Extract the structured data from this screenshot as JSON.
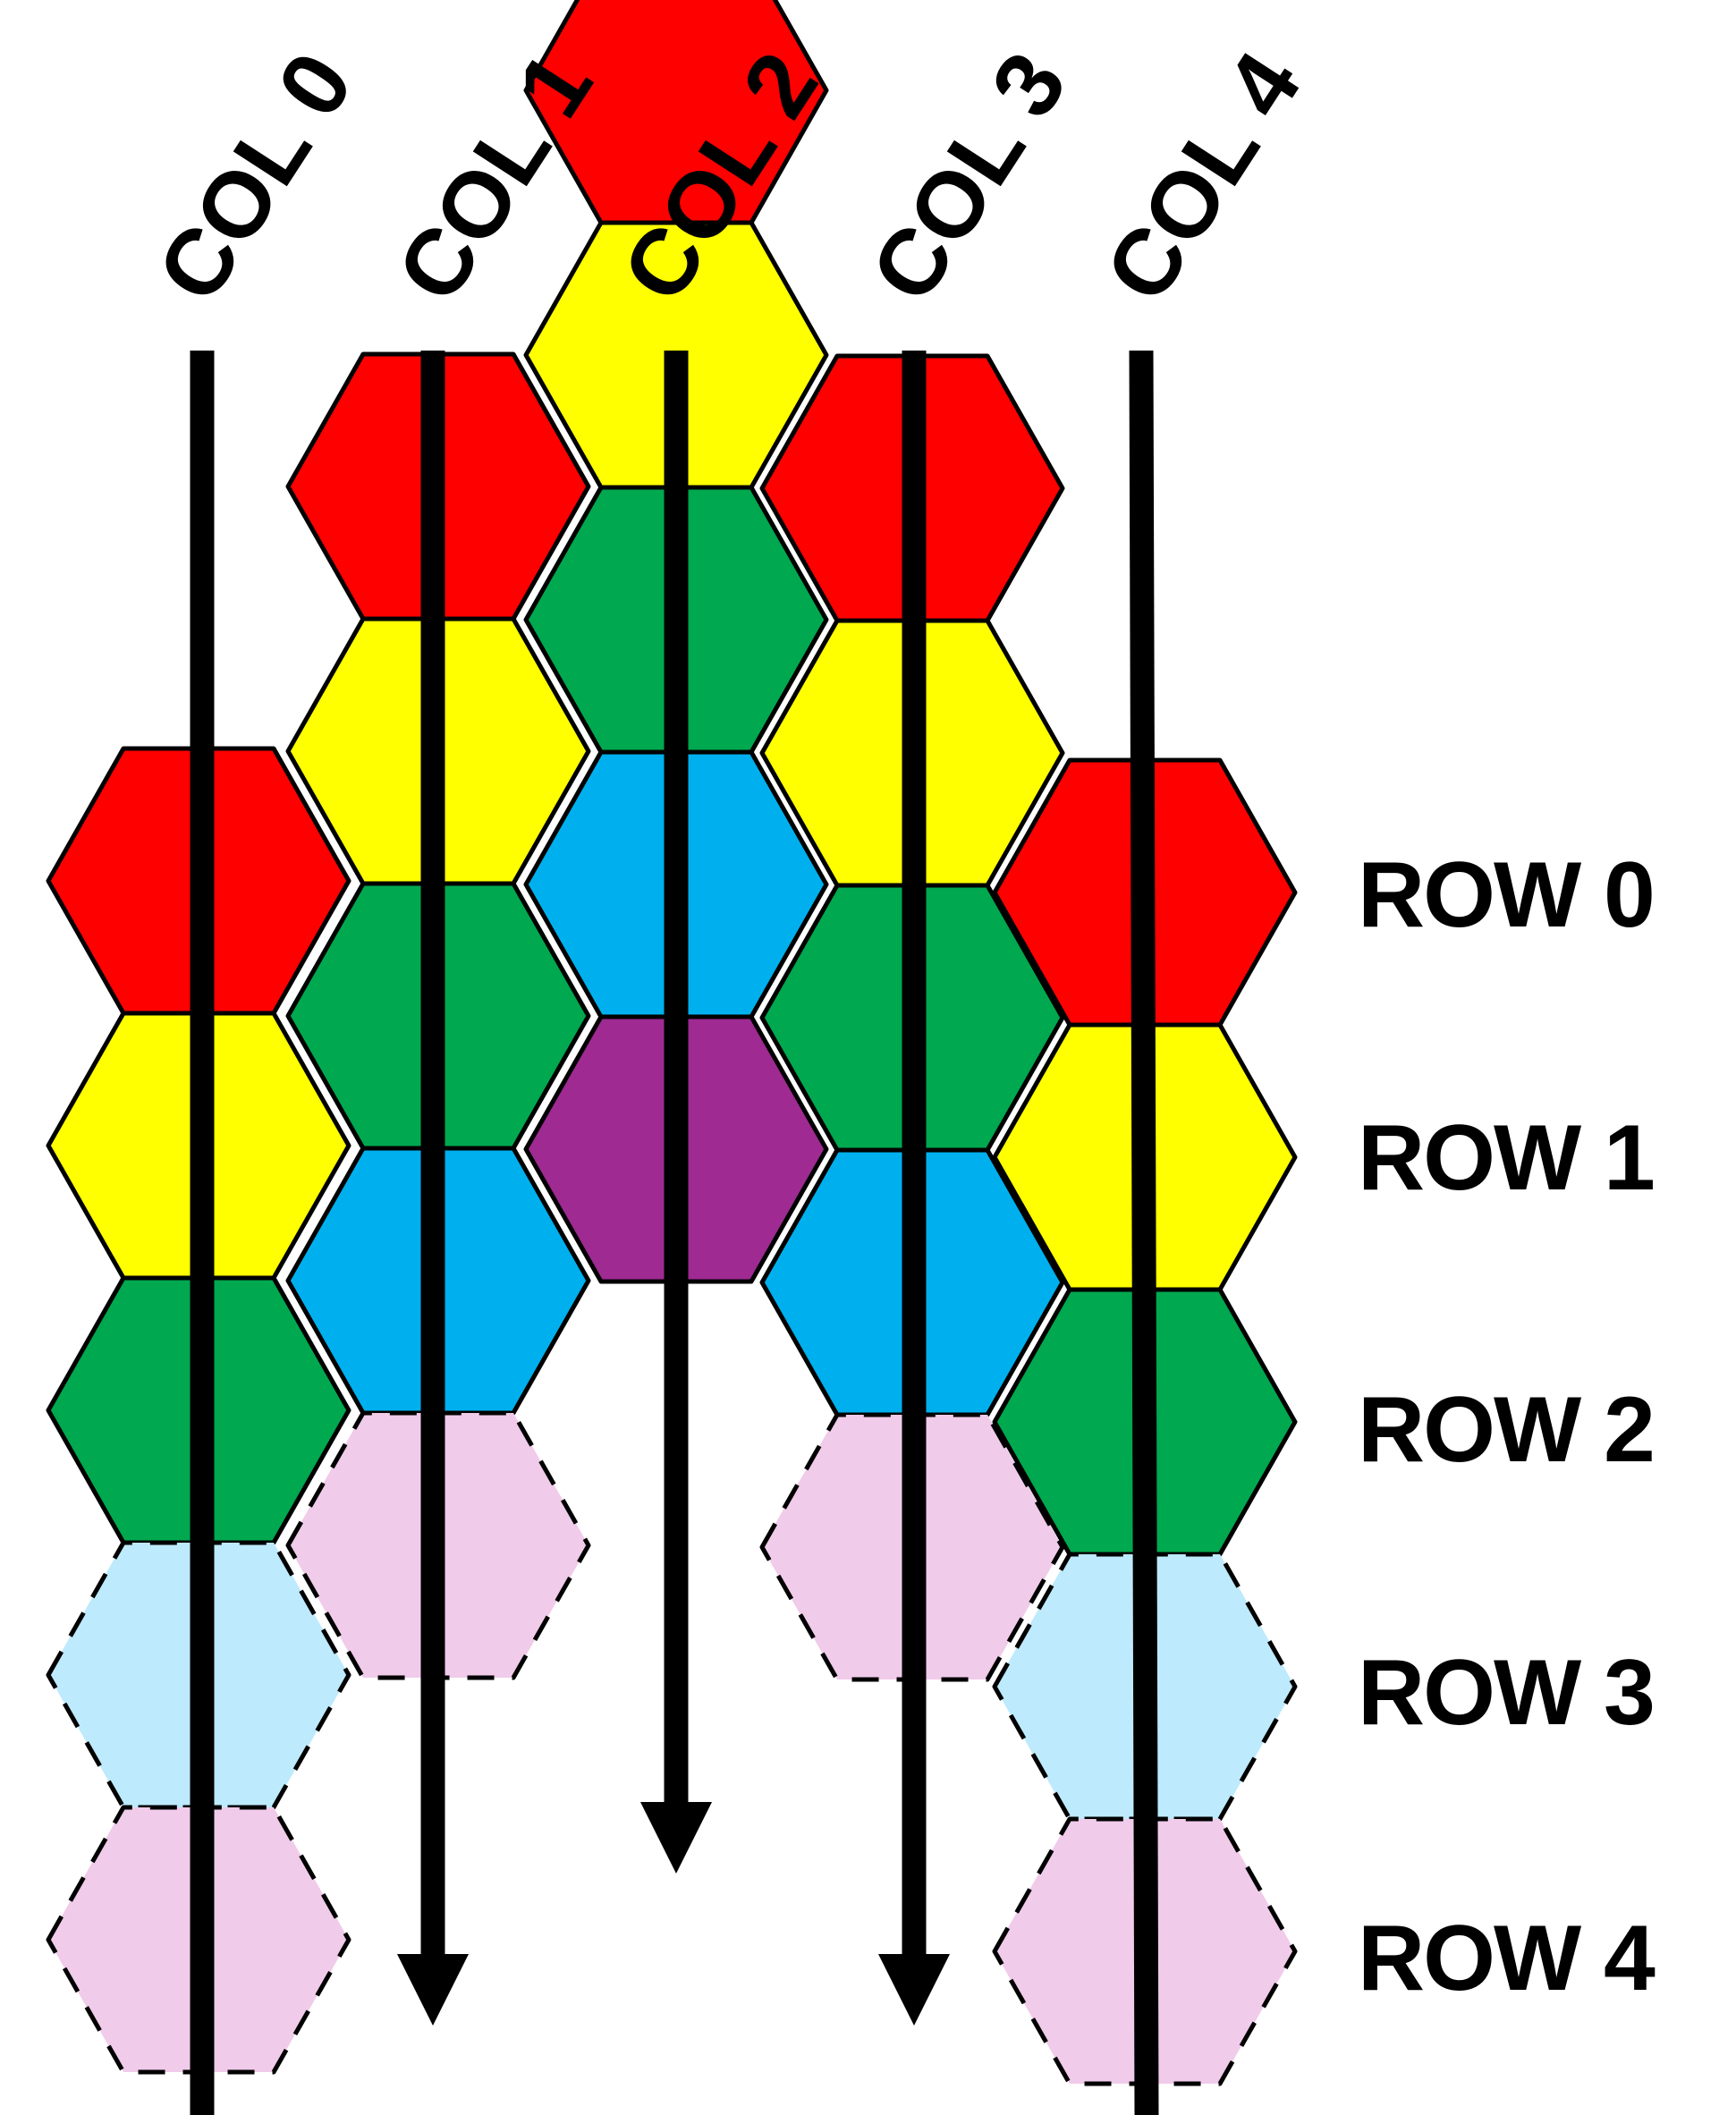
{
  "colors": {
    "red": "#ff0000",
    "yellow": "#ffff00",
    "green": "#00a84f",
    "blue": "#00b0ee",
    "purple": "#9e2a92",
    "light_blue": "#bdeafc",
    "light_pink": "#f0cbea"
  },
  "columns": [
    {
      "label": "COL 0",
      "arrow": false
    },
    {
      "label": "COL 1",
      "arrow": true
    },
    {
      "label": "COL 2",
      "arrow": true
    },
    {
      "label": "COL 3",
      "arrow": true
    },
    {
      "label": "COL 4",
      "arrow": false
    }
  ],
  "rows": [
    {
      "label": "ROW 0"
    },
    {
      "label": "ROW 1"
    },
    {
      "label": "ROW 2"
    },
    {
      "label": "ROW 3"
    },
    {
      "label": "ROW 4"
    }
  ],
  "cells": [
    {
      "col": 0,
      "row": 0,
      "fill": "red",
      "style": "solid"
    },
    {
      "col": 0,
      "row": 1,
      "fill": "yellow",
      "style": "solid"
    },
    {
      "col": 0,
      "row": 2,
      "fill": "green",
      "style": "solid"
    },
    {
      "col": 0,
      "row": 3,
      "fill": "light_blue",
      "style": "dashed"
    },
    {
      "col": 0,
      "row": 4,
      "fill": "light_pink",
      "style": "dashed"
    },
    {
      "col": 1,
      "row": -1,
      "fill": "red",
      "style": "solid"
    },
    {
      "col": 1,
      "row": 0,
      "fill": "yellow",
      "style": "solid"
    },
    {
      "col": 1,
      "row": 1,
      "fill": "green",
      "style": "solid"
    },
    {
      "col": 1,
      "row": 2,
      "fill": "blue",
      "style": "solid"
    },
    {
      "col": 1,
      "row": 3,
      "fill": "light_pink",
      "style": "dashed"
    },
    {
      "col": 2,
      "row": -2,
      "fill": "red",
      "style": "solid"
    },
    {
      "col": 2,
      "row": -1,
      "fill": "yellow",
      "style": "solid"
    },
    {
      "col": 2,
      "row": 0,
      "fill": "green",
      "style": "solid"
    },
    {
      "col": 2,
      "row": 1,
      "fill": "blue",
      "style": "solid"
    },
    {
      "col": 2,
      "row": 2,
      "fill": "purple",
      "style": "solid"
    },
    {
      "col": 3,
      "row": -1,
      "fill": "red",
      "style": "solid"
    },
    {
      "col": 3,
      "row": 0,
      "fill": "yellow",
      "style": "solid"
    },
    {
      "col": 3,
      "row": 1,
      "fill": "green",
      "style": "solid"
    },
    {
      "col": 3,
      "row": 2,
      "fill": "blue",
      "style": "solid"
    },
    {
      "col": 3,
      "row": 3,
      "fill": "light_pink",
      "style": "dashed"
    },
    {
      "col": 4,
      "row": 0,
      "fill": "red",
      "style": "solid"
    },
    {
      "col": 4,
      "row": 1,
      "fill": "yellow",
      "style": "solid"
    },
    {
      "col": 4,
      "row": 2,
      "fill": "green",
      "style": "solid"
    },
    {
      "col": 4,
      "row": 3,
      "fill": "light_blue",
      "style": "dashed"
    },
    {
      "col": 4,
      "row": 4,
      "fill": "light_pink",
      "style": "dashed"
    }
  ]
}
